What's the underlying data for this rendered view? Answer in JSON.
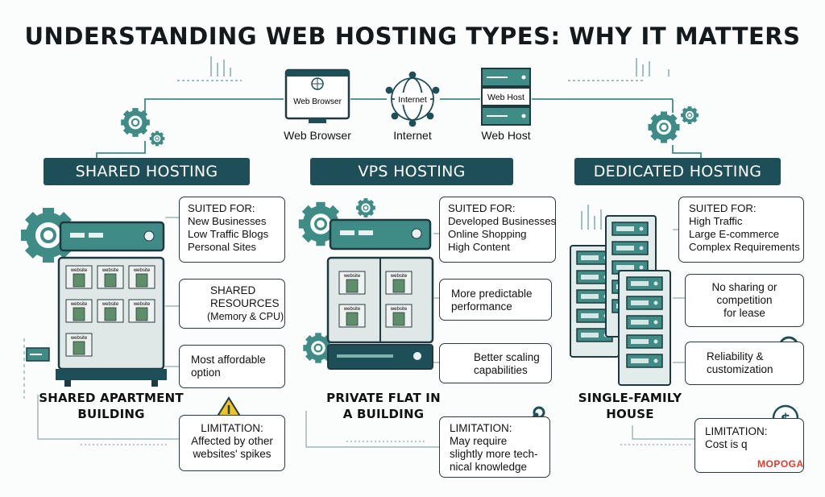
{
  "title": "UNDERSTANDING WEB HOSTING TYPES: WHY IT MATTERS",
  "flow": {
    "browser": {
      "screen_text": "Web Browser",
      "label": "Web Browser"
    },
    "internet": {
      "globe_text": "Internet",
      "label": "Internet"
    },
    "host": {
      "panel_text": "Web Host",
      "label": "Web Host"
    }
  },
  "columns": [
    {
      "banner": "SHARED HOSTING",
      "suited": {
        "heading": "SUITED FOR:",
        "items": [
          "New Businesses",
          "Low Traffic Blogs",
          "Personal Sites"
        ]
      },
      "feature1": [
        "SHARED",
        "RESOURCES",
        "(Memory & CPU)"
      ],
      "feature2": [
        "Most affordable",
        "option"
      ],
      "caption": [
        "SHARED APARTMENT",
        "BUILDING"
      ],
      "limitation": {
        "heading": "LIMITATION:",
        "lines": [
          "Affected by other",
          "websites' spikes"
        ]
      },
      "unit_label": "website"
    },
    {
      "banner": "VPS HOSTING",
      "suited": {
        "heading": "SUITED FOR:",
        "items": [
          "Developed Businesses",
          "Online Shopping",
          "High Content"
        ]
      },
      "feature1": [
        "More predictable",
        "performance"
      ],
      "feature2": [
        "Better scaling",
        "capabilities"
      ],
      "caption": [
        "PRIVATE FLAT IN",
        "A BUILDING"
      ],
      "limitation": {
        "heading": "LIMITATION:",
        "lines": [
          "May require",
          "slightly more tech-",
          "nical knowledge"
        ]
      },
      "unit_label": "website"
    },
    {
      "banner": "DEDICATED HOSTING",
      "suited": {
        "heading": "SUITED FOR:",
        "items": [
          "High Traffic",
          "Large E-commerce",
          "Complex Requirements"
        ]
      },
      "feature1": [
        "No sharing or",
        "competition",
        "for lease"
      ],
      "feature2": [
        "Reliability &",
        "customization"
      ],
      "caption": [
        "SINGLE-FAMILY",
        "HOUSE"
      ],
      "limitation": {
        "heading": "LIMITATION:",
        "lines": [
          "Cost is q"
        ]
      }
    }
  ],
  "watermark": "MOPOGA",
  "colors": {
    "teal_dark": "#1e4f58",
    "teal": "#3f8b86",
    "panel": "#dfe8e7",
    "green_box": "#5f8f6a",
    "warning": "#f0c419",
    "watermark": "#e23b2e"
  }
}
